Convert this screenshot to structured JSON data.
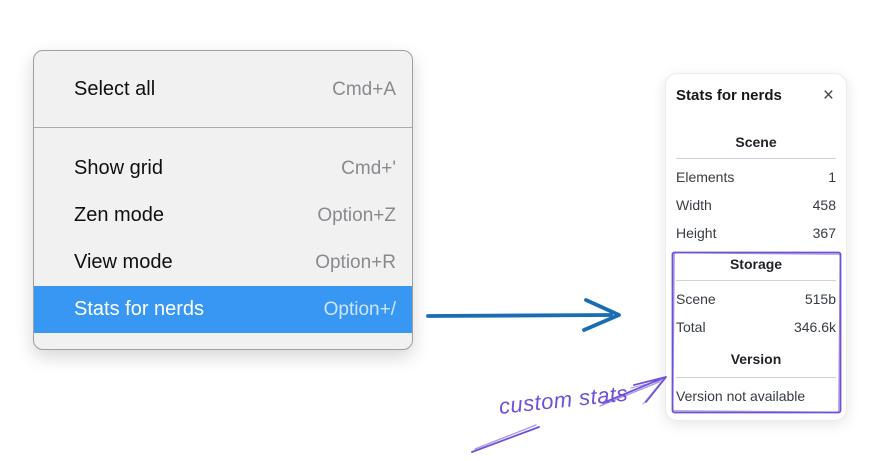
{
  "menu": {
    "groups": [
      {
        "items": [
          {
            "label": "Select all",
            "shortcut": "Cmd+A"
          }
        ]
      },
      {
        "items": [
          {
            "label": "Show grid",
            "shortcut": "Cmd+'"
          },
          {
            "label": "Zen mode",
            "shortcut": "Option+Z"
          },
          {
            "label": "View mode",
            "shortcut": "Option+R"
          },
          {
            "label": "Stats for nerds",
            "shortcut": "Option+/"
          }
        ]
      }
    ],
    "highlight_color": "#3897f3"
  },
  "stats_panel": {
    "title": "Stats for nerds",
    "close_icon": "×",
    "sections": [
      {
        "title": "Scene",
        "rows": [
          {
            "label": "Elements",
            "value": "1"
          },
          {
            "label": "Width",
            "value": "458"
          },
          {
            "label": "Height",
            "value": "367"
          }
        ]
      },
      {
        "title": "Storage",
        "rows": [
          {
            "label": "Scene",
            "value": "515b"
          },
          {
            "label": "Total",
            "value": "346.6k"
          }
        ]
      },
      {
        "title": "Version",
        "note": "Version not available"
      }
    ]
  },
  "annotations": {
    "custom_stats_label": "custom stats",
    "purple_color": "#6f51d9",
    "blue_color": "#1a6db3"
  }
}
